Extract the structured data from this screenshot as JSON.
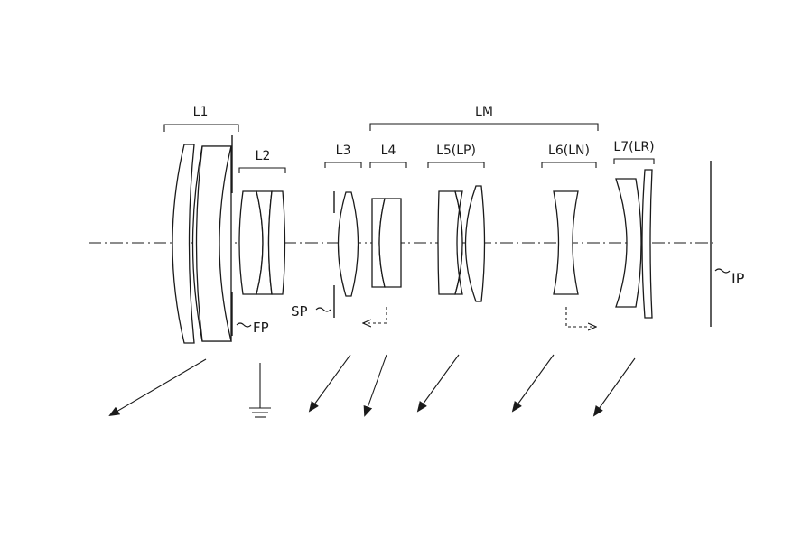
{
  "labels": {
    "l1": "L1",
    "l2": "L2",
    "l3": "L3",
    "l4": "L4",
    "l5": "L5(LP)",
    "l6": "L6(LN)",
    "l7": "L7(LR)",
    "lm": "LM",
    "sp": "SP",
    "fp": "FP",
    "ip": "IP"
  }
}
